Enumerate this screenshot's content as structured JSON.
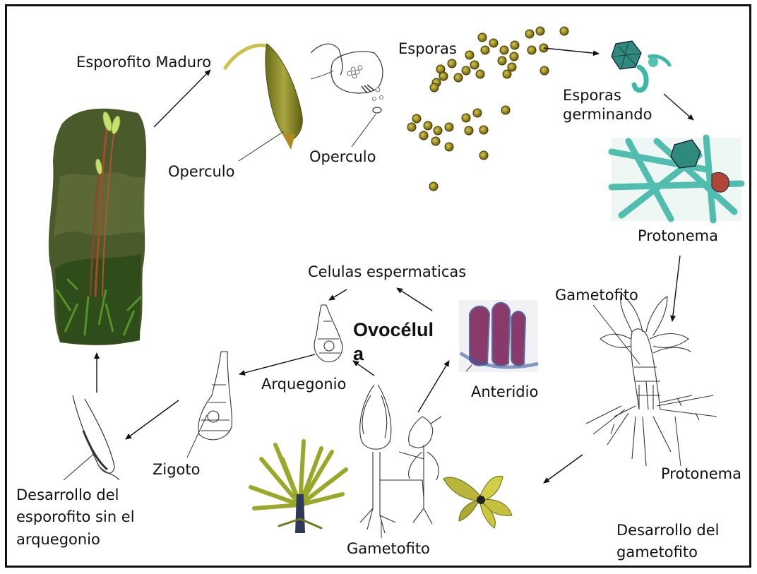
{
  "labels": {
    "esporofito_maduro": "Esporofito Maduro",
    "esporas": "Esporas",
    "esporas_germinando_1": "Esporas",
    "esporas_germinando_2": "germinando",
    "operculo_1": "Operculo",
    "operculo_2": "Operculo",
    "protonema_top": "Protonema",
    "celulas_espermaticas": "Celulas espermaticas",
    "gametofito_top": "Gametofito",
    "ovocelula_1": "Ovocélul",
    "ovocelula_2": "a",
    "arquegonio": "Arquegonio",
    "anteridio": "Anteridio",
    "zigoto": "Zigoto",
    "protonema_bottom": "Protonema",
    "desarrollo_esporofito_1": "Desarrollo del",
    "desarrollo_esporofito_2": "esporofito sin el",
    "desarrollo_esporofito_3": "arquegonio",
    "gametofito_bottom": "Gametofito",
    "desarrollo_gametofito_1": "Desarrollo del",
    "desarrollo_gametofito_2": "gametofito"
  },
  "colors": {
    "spore": "#9a8a10",
    "protonema": "#3fb7a8",
    "moss_green": "#3e6b1c",
    "capsule": "#8c8a2a",
    "anteridio": "#8a3a6a"
  }
}
